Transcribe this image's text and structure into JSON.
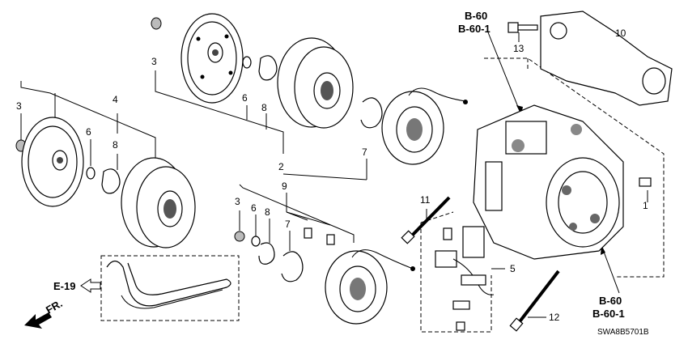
{
  "callouts": {
    "c1": "1",
    "c2": "2",
    "c3a": "3",
    "c3b": "3",
    "c3c": "3",
    "c4": "4",
    "c5": "5",
    "c6a": "6",
    "c6b": "6",
    "c6c": "6",
    "c7a": "7",
    "c7b": "7",
    "c8a": "8",
    "c8b": "8",
    "c8c": "8",
    "c9": "9",
    "c10": "10",
    "c11": "11",
    "c12": "12",
    "c13": "13"
  },
  "refs": {
    "top_b60": "B-60",
    "top_b601": "B-60-1",
    "bottom_b60": "B-60",
    "bottom_b601": "B-60-1",
    "e19": "E-19",
    "fr": "FR."
  },
  "diagram_code": "SWA8B5701B"
}
